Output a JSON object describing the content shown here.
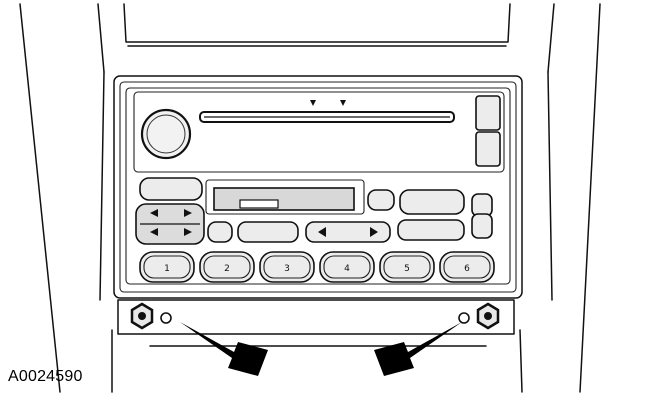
{
  "figure": {
    "id_label": "A0024590"
  },
  "preset_buttons": [
    "1",
    "2",
    "3",
    "4",
    "5",
    "6"
  ],
  "icons": {
    "nut": "hex-nut-icon",
    "arrow": "callout-arrow-icon",
    "seek": "seek-arrow-icon"
  },
  "colors": {
    "ink": "#111111",
    "panel": "#ececec",
    "background": "#ffffff"
  }
}
